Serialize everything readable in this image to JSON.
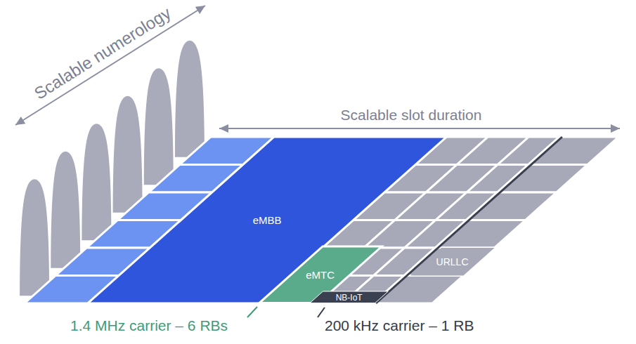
{
  "diagram": {
    "nodes": [
      {
        "text": [
          "eMBB"
        ]
      },
      {
        "text": [
          "eMTC"
        ]
      },
      {
        "text": [
          "NB-IoT"
        ]
      },
      {
        "text": [
          "URLLC"
        ]
      }
    ],
    "labels": [
      "Scalable numerology",
      "Scalable slot duration",
      "1.4 MHz carrier – 6 RBs",
      "200 kHz carrier – 1 RB"
    ]
  }
}
